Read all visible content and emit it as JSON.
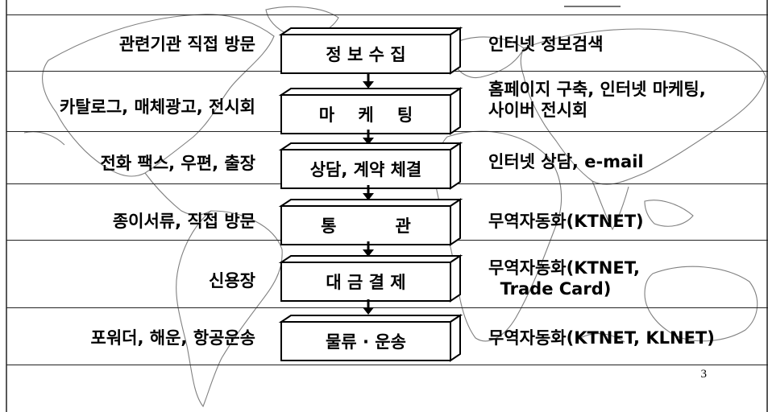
{
  "steps": [
    {
      "left": "관련기관 직접 방문",
      "box": "정 보 수 집",
      "right": [
        "인터넷 정보검색"
      ]
    },
    {
      "left": "카탈로그, 매체광고, 전시회",
      "box": "마    케    팅",
      "right": [
        "홈페이지 구축, 인터넷 마케팅,",
        "사이버 전시회"
      ]
    },
    {
      "left": "전화 팩스, 우편, 출장",
      "box": "상담, 계약 체결",
      "right": [
        "인터넷 상담, e-mail"
      ]
    },
    {
      "left": "종이서류, 직접 방문",
      "box": "통          관",
      "right": [
        "무역자동화(KTNET)"
      ]
    },
    {
      "left": "신용장",
      "box": "대 금 결 제",
      "right": [
        "무역자동화(KTNET,",
        "  Trade Card)"
      ]
    },
    {
      "left": "포워더, 해운, 항공운송",
      "box": "물류 · 운송",
      "right": [
        "무역자동화(KTNET, KLNET)"
      ]
    }
  ],
  "page_number": "3"
}
